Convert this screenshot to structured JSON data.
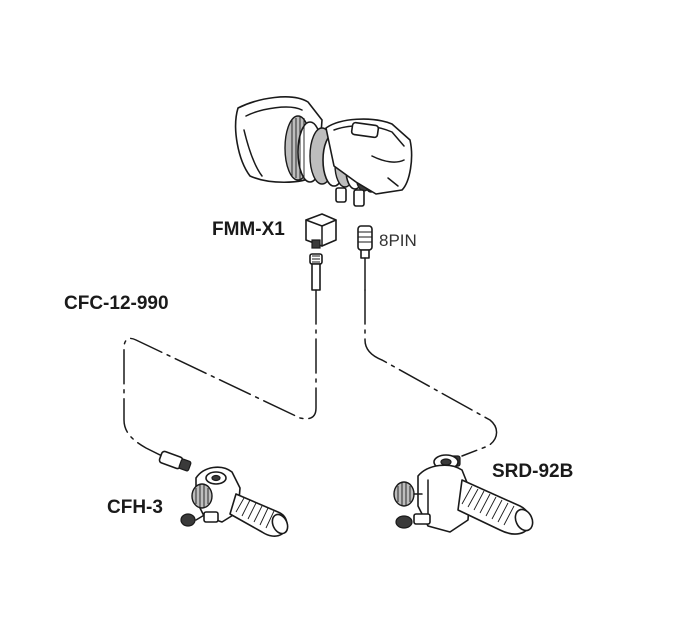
{
  "labels": {
    "fmm": "FMM-X1",
    "pin": "8PIN",
    "cfc": "CFC-12-990",
    "cfh": "CFH-3",
    "srd": "SRD-92B"
  }
}
